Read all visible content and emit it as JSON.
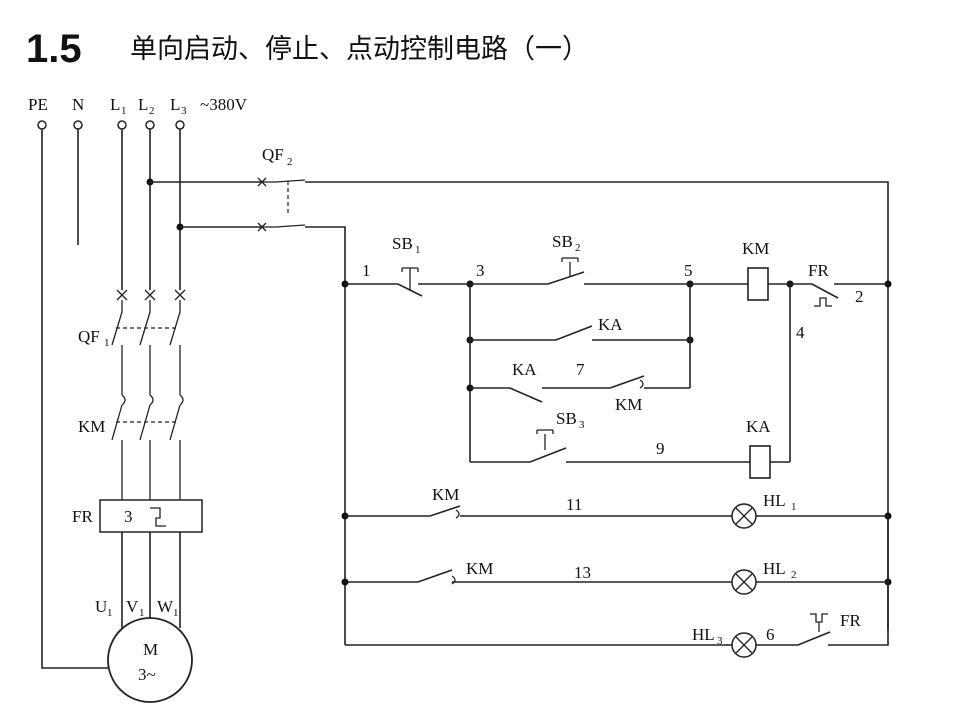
{
  "title": {
    "number": "1.5",
    "text": "单向启动、停止、点动控制电路（一）"
  },
  "supply": {
    "pe": "PE",
    "n": "N",
    "l1": "L",
    "l1_sub": "1",
    "l2": "L",
    "l2_sub": "2",
    "l3": "L",
    "l3_sub": "3",
    "voltage": "~380V"
  },
  "power": {
    "qf1": "QF",
    "qf1_sub": "1",
    "km": "KM",
    "fr": "FR",
    "fr_box": "3",
    "u": "U",
    "v": "V",
    "w": "W",
    "uvw_sub": "1",
    "motor": "M",
    "motor_phase": "3~"
  },
  "control": {
    "qf2": "QF",
    "qf2_sub": "2",
    "sb1": "SB",
    "sb1_sub": "1",
    "sb2": "SB",
    "sb2_sub": "2",
    "sb3": "SB",
    "sb3_sub": "3",
    "km_coil": "KM",
    "ka_coil": "KA",
    "fr_contact": "FR",
    "fr_nc": "FR",
    "ka_no1": "KA",
    "ka_nc": "KA",
    "km_nc_7": "KM",
    "km_no_11": "KM",
    "km_nc_13": "KM",
    "hl1": "HL",
    "hl1_sub": "1",
    "hl2": "HL",
    "hl2_sub": "2",
    "hl3": "HL",
    "hl3_sub": "3",
    "nodes": {
      "n1": "1",
      "n2": "2",
      "n3": "3",
      "n4": "4",
      "n5": "5",
      "n6": "6",
      "n7": "7",
      "n9": "9",
      "n11": "11",
      "n13": "13"
    }
  }
}
